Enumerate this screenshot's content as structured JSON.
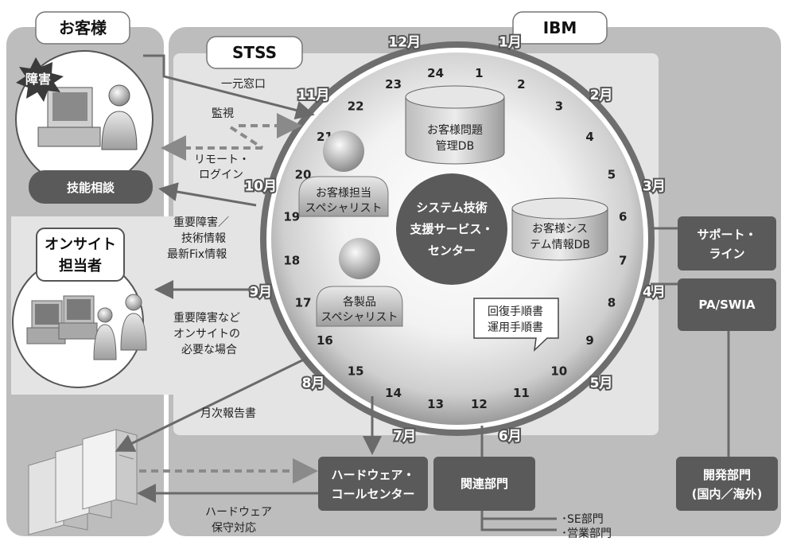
{
  "header": {
    "customer": "お客様",
    "ibm": "IBM",
    "stss": "STSS"
  },
  "customer": {
    "incident_badge": "障害",
    "tech_consult": "技能相談"
  },
  "onsite": {
    "title_line1": "オンサイト",
    "title_line2": "担当者"
  },
  "flows": {
    "single_window": "一元窓口",
    "monitoring": "監視",
    "remote_login_line1": "リモート・",
    "remote_login_line2": "ログイン",
    "info_line1": "重要障害／",
    "info_line2": "技術情報",
    "info_line3": "最新Fix情報",
    "onsite_line1": "重要障害など",
    "onsite_line2": "オンサイトの",
    "onsite_line3": "必要な場合",
    "monthly_report": "月次報告書",
    "hw_maint_line1": "ハードウェア",
    "hw_maint_line2": "保守対応"
  },
  "center": {
    "line1": "システム技術",
    "line2": "支援サービス・",
    "line3": "センター"
  },
  "databases": {
    "problem_db_line1": "お客様問題",
    "problem_db_line2": "管理DB",
    "system_db_line1": "お客様シス",
    "system_db_line2": "テム情報DB"
  },
  "specialists": {
    "account_line1": "お客様担当",
    "account_line2": "スペシャリスト",
    "product_line1": "各製品",
    "product_line2": "スペシャリスト"
  },
  "procedures": {
    "line1": "回復手順書",
    "line2": "運用手順書"
  },
  "clock": {
    "hours": [
      "1",
      "2",
      "3",
      "4",
      "5",
      "6",
      "7",
      "8",
      "9",
      "10",
      "11",
      "12",
      "13",
      "14",
      "15",
      "16",
      "17",
      "18",
      "19",
      "20",
      "21",
      "22",
      "23",
      "24"
    ],
    "months": [
      "1月",
      "2月",
      "3月",
      "4月",
      "5月",
      "6月",
      "7月",
      "8月",
      "9月",
      "10月",
      "11月",
      "12月"
    ]
  },
  "right_boxes": {
    "support_line1": "サポート・",
    "support_line2": "ライン",
    "pa_swia": "PA/SWIA",
    "dev_line1": "開発部門",
    "dev_line2": "(国内／海外)"
  },
  "bottom": {
    "hw_call_line1": "ハードウェア・",
    "hw_call_line2": "コールセンター",
    "related": "関連部門",
    "se_dept": "･SE部門",
    "sales_dept": "･営業部門"
  },
  "colors": {
    "panel_gray": "#bdbdbd",
    "panel_light": "#e4e4e4",
    "dark_box": "#5a5a5a",
    "ring_dark": "#6e6e6e",
    "arrow": "#6a6a6a"
  }
}
